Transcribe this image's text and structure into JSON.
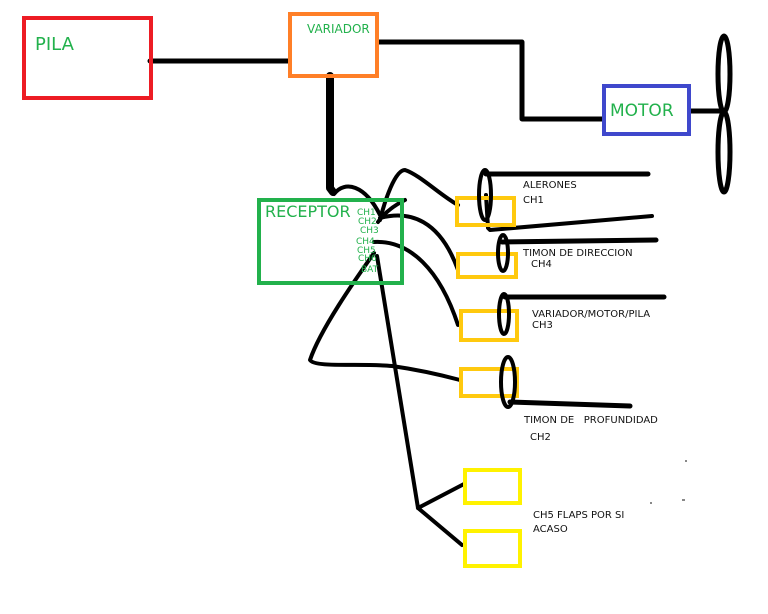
{
  "blocks": {
    "pila": {
      "label": "PILA",
      "color": "#ed1c24"
    },
    "variador": {
      "label": "VARIADOR",
      "color": "#ff7f27"
    },
    "motor": {
      "label": "MOTOR",
      "color": "#3f48cc"
    },
    "receptor": {
      "label": "RECEPTOR",
      "color": "#22b14c"
    }
  },
  "receptor_channels": [
    "CH1",
    "CH2",
    "CH3",
    "CH4",
    "CH5",
    "CH6",
    "BAT"
  ],
  "servos": [
    {
      "name": "ALERONES",
      "channel": "CH1",
      "color": "#ffc90e"
    },
    {
      "name": "TIMON DE DIRECCION",
      "channel": "CH4",
      "color": "#ffc90e"
    },
    {
      "name": "VARIADOR/MOTOR/PILA",
      "channel": "CH3",
      "color": "#ffc90e"
    },
    {
      "name": "TIMON DE   PROFUNDIDAD",
      "channel": "CH2",
      "color": "#ffc90e"
    }
  ],
  "flaps": {
    "label_line1": "CH5 FLAPS POR SI",
    "label_line2": "ACASO",
    "color": "#fff200"
  },
  "colors": {
    "wire": "#000000",
    "label_text": "#22b14c",
    "note_text": "#111111"
  }
}
